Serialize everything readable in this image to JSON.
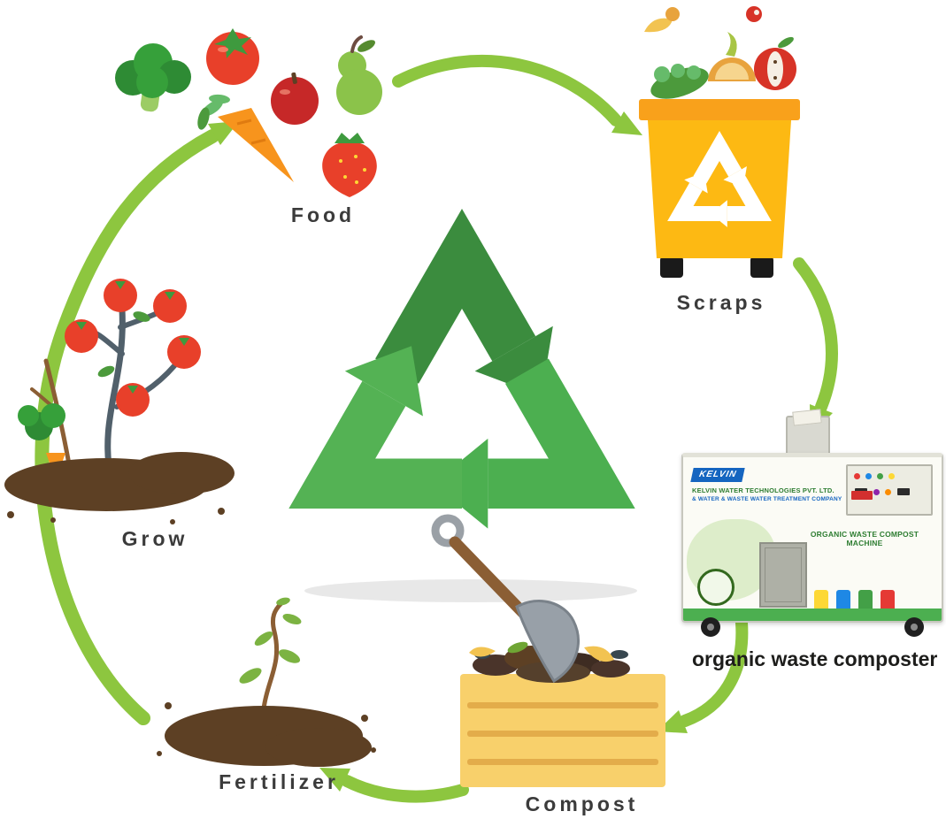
{
  "diagram": {
    "labels": {
      "food": "Food",
      "scraps": "Scraps",
      "grow": "Grow",
      "fertilizer": "Fertilizer",
      "compost": "Compost",
      "composter_caption": "organic waste composter"
    },
    "machine": {
      "brand": "KELVIN",
      "line1": "KELVIN WATER TECHNOLOGIES PVT. LTD.",
      "line2": "& WATER & WASTE WATER TREATMENT COMPANY",
      "product": "ORGANIC WASTE COMPOST MACHINE"
    },
    "colors": {
      "arrow_green": "#8DC63F",
      "recycle_dark": "#3B8C3E",
      "recycle_green": "#4CAF50",
      "bin_yellow": "#FDB913",
      "bin_lid": "#F9A11B",
      "soil_brown": "#5D4024",
      "crate_tan": "#F8D06B",
      "label_text": "#3B3B3B"
    }
  }
}
